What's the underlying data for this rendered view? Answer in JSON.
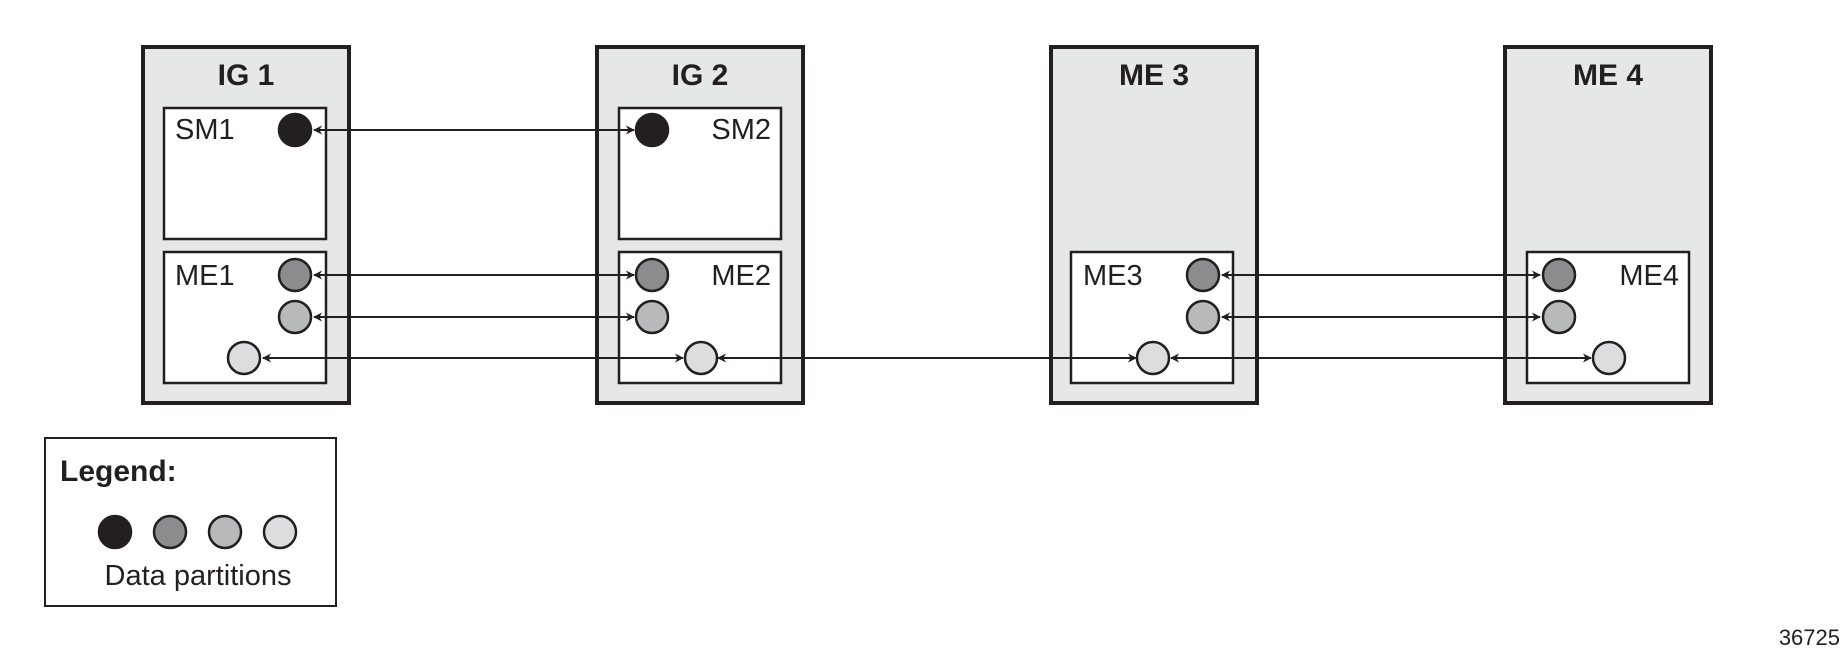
{
  "nodes": {
    "ig1": {
      "title": "IG 1",
      "sm_label": "SM1",
      "me_label": "ME1"
    },
    "ig2": {
      "title": "IG 2",
      "sm_label": "SM2",
      "me_label": "ME2"
    },
    "me3": {
      "title": "ME 3",
      "me_label": "ME3"
    },
    "me4": {
      "title": "ME 4",
      "me_label": "ME4"
    }
  },
  "partition_colors": [
    "#231f20",
    "#8a8c8e",
    "#b7b9bb",
    "#dcddde"
  ],
  "legend": {
    "title": "Legend:",
    "caption": "Data partitions"
  },
  "figure_id": "36725"
}
